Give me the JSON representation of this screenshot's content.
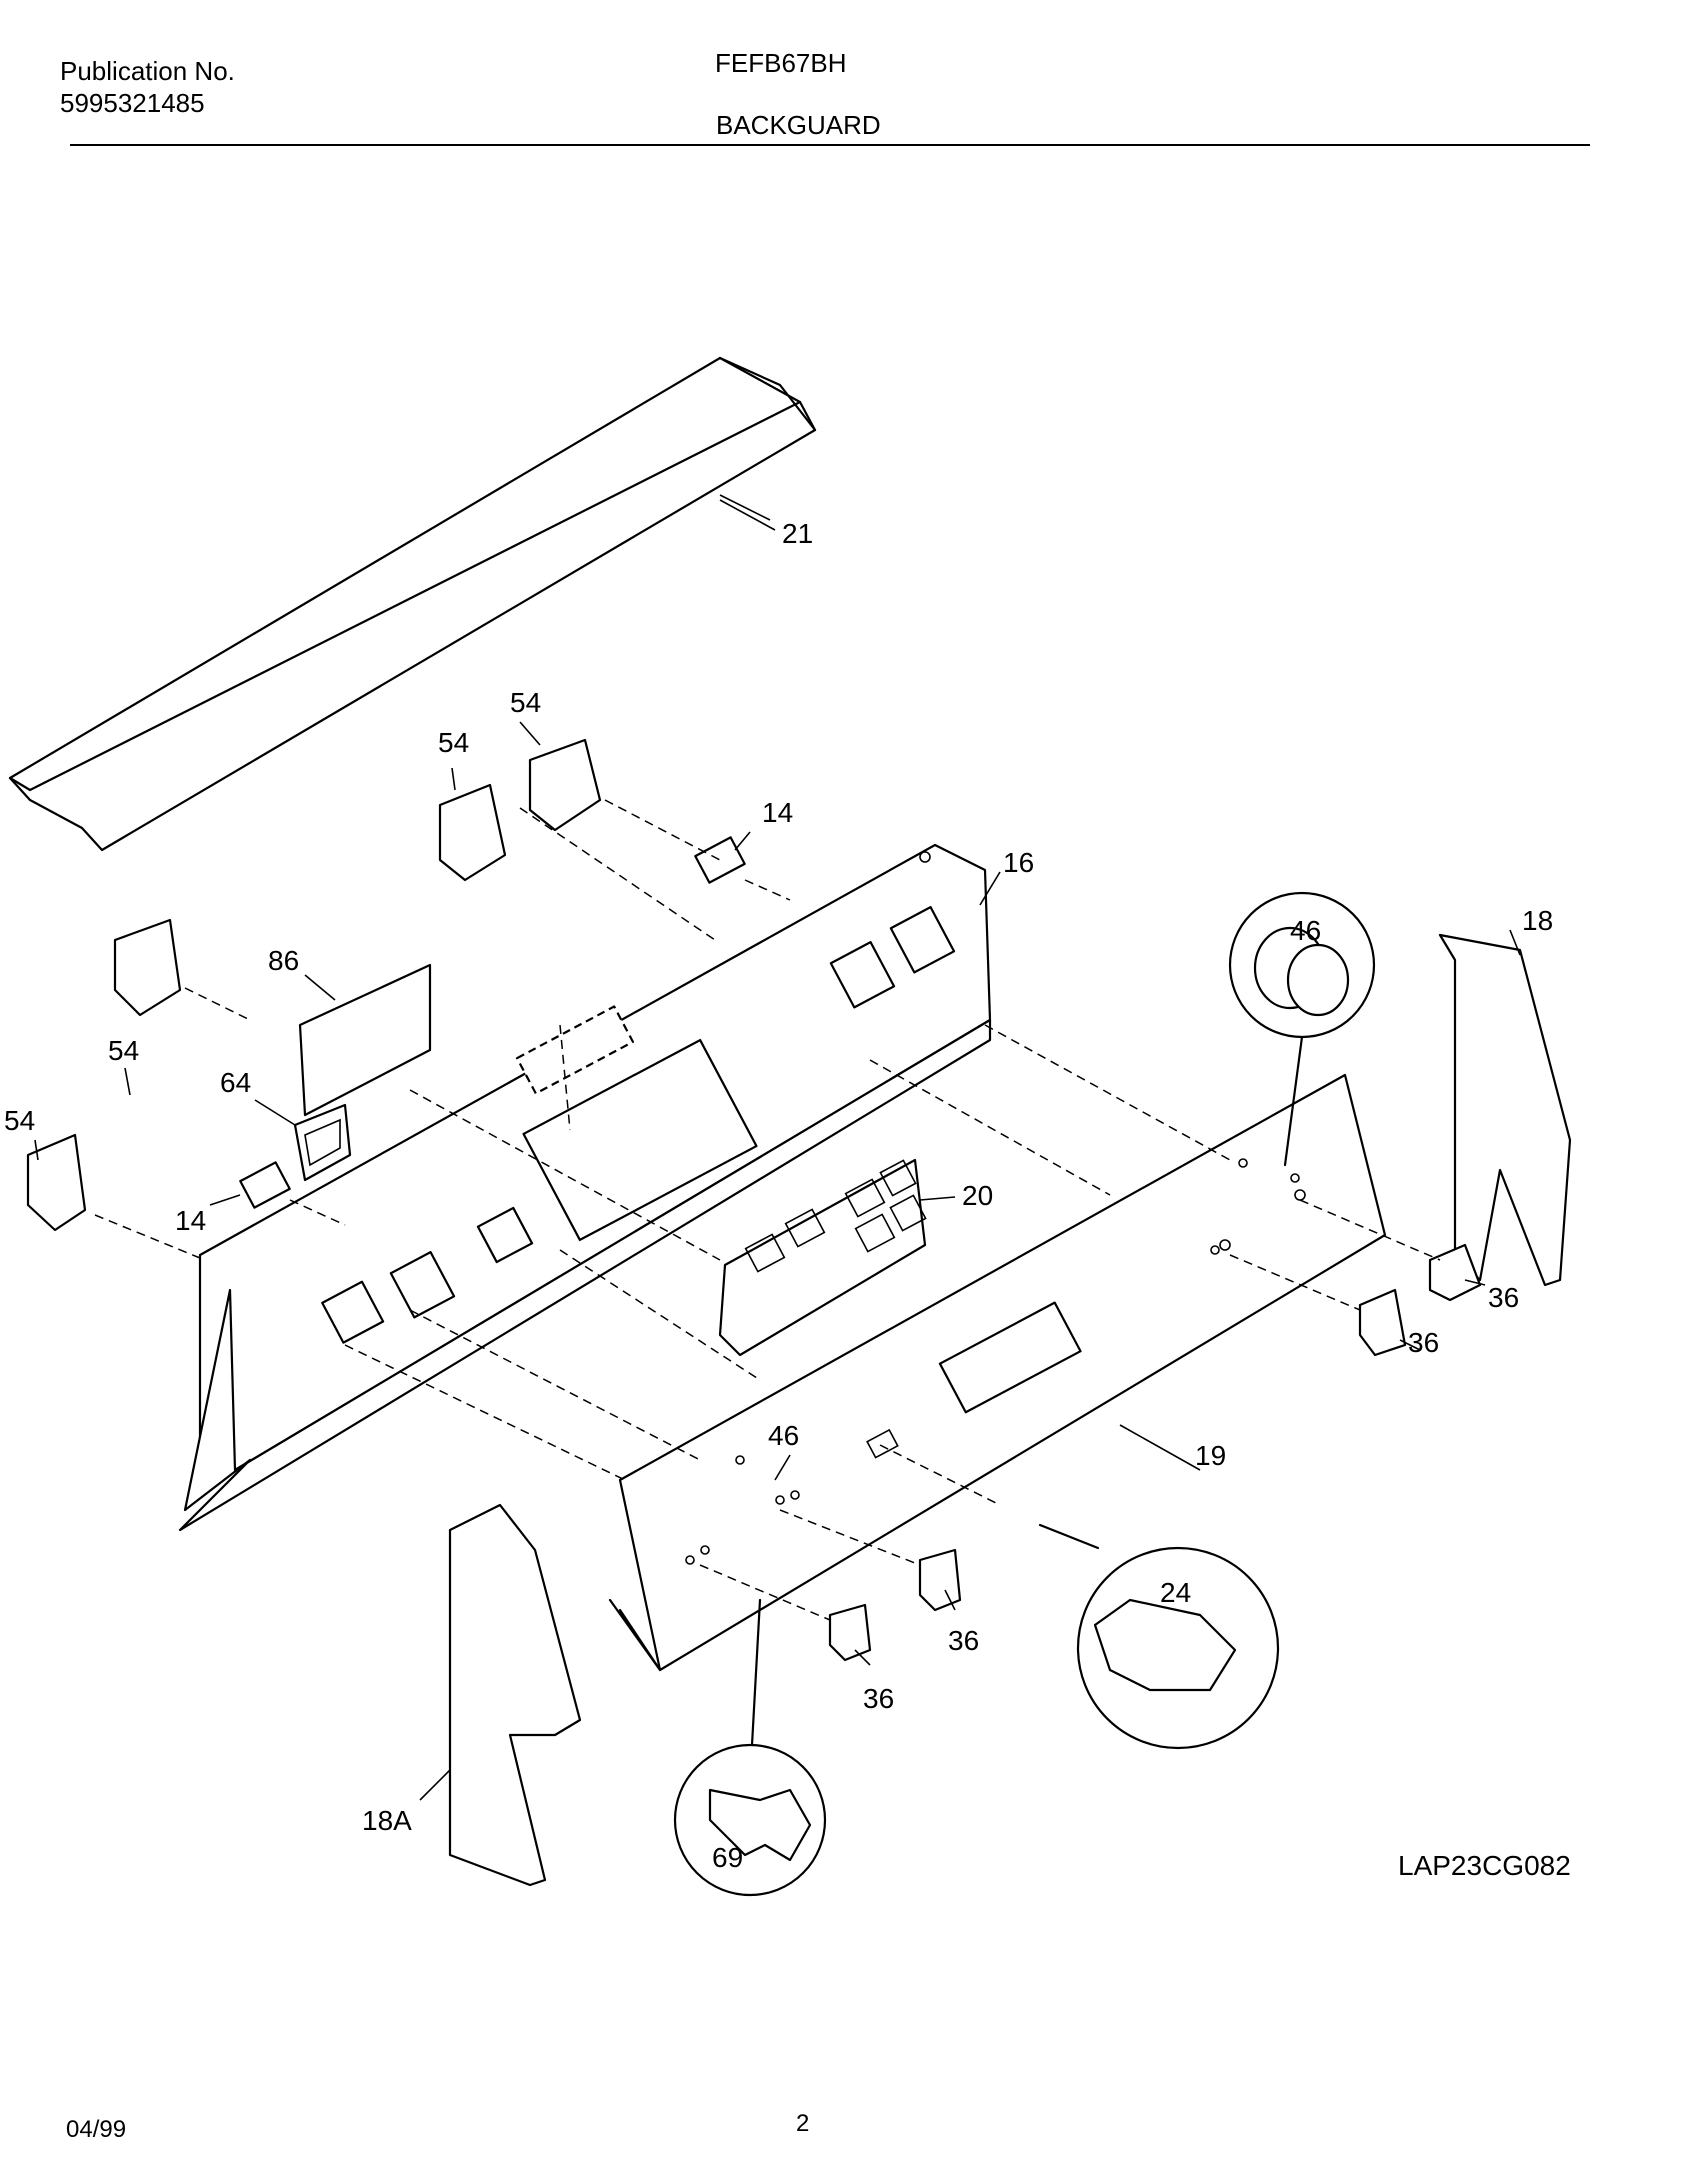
{
  "header": {
    "publication_label": "Publication No.",
    "publication_number": "5995321485",
    "model": "FEFB67BH",
    "section": "BACKGUARD"
  },
  "diagram": {
    "callouts": {
      "p21": "21",
      "p54a": "54",
      "p54b": "54",
      "p54c": "54",
      "p54d": "54",
      "p14a": "14",
      "p14b": "14",
      "p16": "16",
      "p86": "86",
      "p64": "64",
      "p46a": "46",
      "p46b": "46",
      "p18": "18",
      "p18a": "18A",
      "p20": "20",
      "p19": "19",
      "p36a": "36",
      "p36b": "36",
      "p36c": "36",
      "p36d": "36",
      "p24": "24",
      "p69": "69"
    },
    "drawing_code": "LAP23CG082"
  },
  "footer": {
    "date": "04/99",
    "page": "2"
  }
}
